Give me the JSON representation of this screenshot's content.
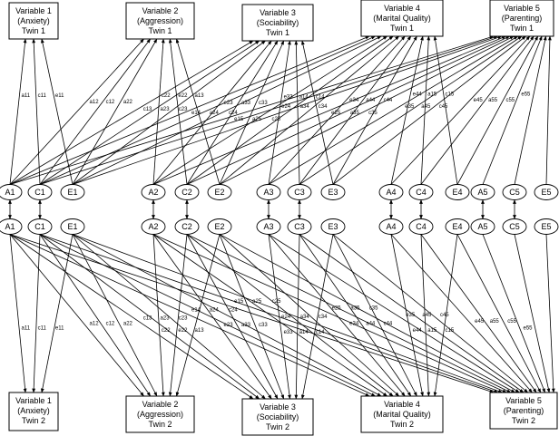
{
  "variables": [
    {
      "title": "Variable 1",
      "trait": "(Anxiety)",
      "twin1": "Twin 1",
      "twin2": "Twin 2"
    },
    {
      "title": "Variable 2",
      "trait": "(Aggression)",
      "twin1": "Twin 1",
      "twin2": "Twin 2"
    },
    {
      "title": "Variable 3",
      "trait": "(Sociability)",
      "twin1": "Twin 1",
      "twin2": "Twin 2"
    },
    {
      "title": "Variable 4",
      "trait": "(Marital Quality)",
      "twin1": "Twin 1",
      "twin2": "Twin 2"
    },
    {
      "title": "Variable 5",
      "trait": "(Parenting)",
      "twin1": "Twin 1",
      "twin2": "Twin 2"
    }
  ],
  "factors": [
    [
      "A1",
      "C1",
      "E1"
    ],
    [
      "A2",
      "C2",
      "E2"
    ],
    [
      "A3",
      "C3",
      "E3"
    ],
    [
      "A4",
      "C4",
      "E4"
    ],
    [
      "A5",
      "C5",
      "E5"
    ]
  ],
  "path_labels": {
    "twin1": [
      "a11",
      "c11",
      "e11",
      "a12",
      "c12",
      "a22",
      "c22",
      "e22",
      "a13",
      "c13",
      "a23",
      "c23",
      "e23",
      "a33",
      "c33",
      "e33",
      "a14",
      "c14",
      "e14",
      "a24",
      "c24",
      "e24",
      "a34",
      "c34",
      "e34",
      "a44",
      "c44",
      "e44",
      "a15",
      "c15",
      "e15",
      "a25",
      "c25",
      "e25",
      "a35",
      "c35",
      "e35",
      "a45",
      "c45",
      "e45",
      "a55",
      "c55",
      "e55"
    ],
    "twin2": [
      "a11",
      "c11",
      "e11",
      "a12",
      "c12",
      "a22",
      "c22",
      "e22",
      "a13",
      "c13",
      "a23",
      "c23",
      "e23",
      "a33",
      "c33",
      "e33",
      "a14",
      "c14",
      "e14",
      "a24",
      "c24",
      "e24",
      "a34",
      "c34",
      "e34",
      "a44",
      "c44",
      "e44",
      "a15",
      "c15",
      "e15",
      "a25",
      "c25",
      "e25",
      "a35",
      "c35",
      "e35",
      "a45",
      "c45",
      "e45",
      "a55",
      "c55",
      "e55"
    ]
  }
}
